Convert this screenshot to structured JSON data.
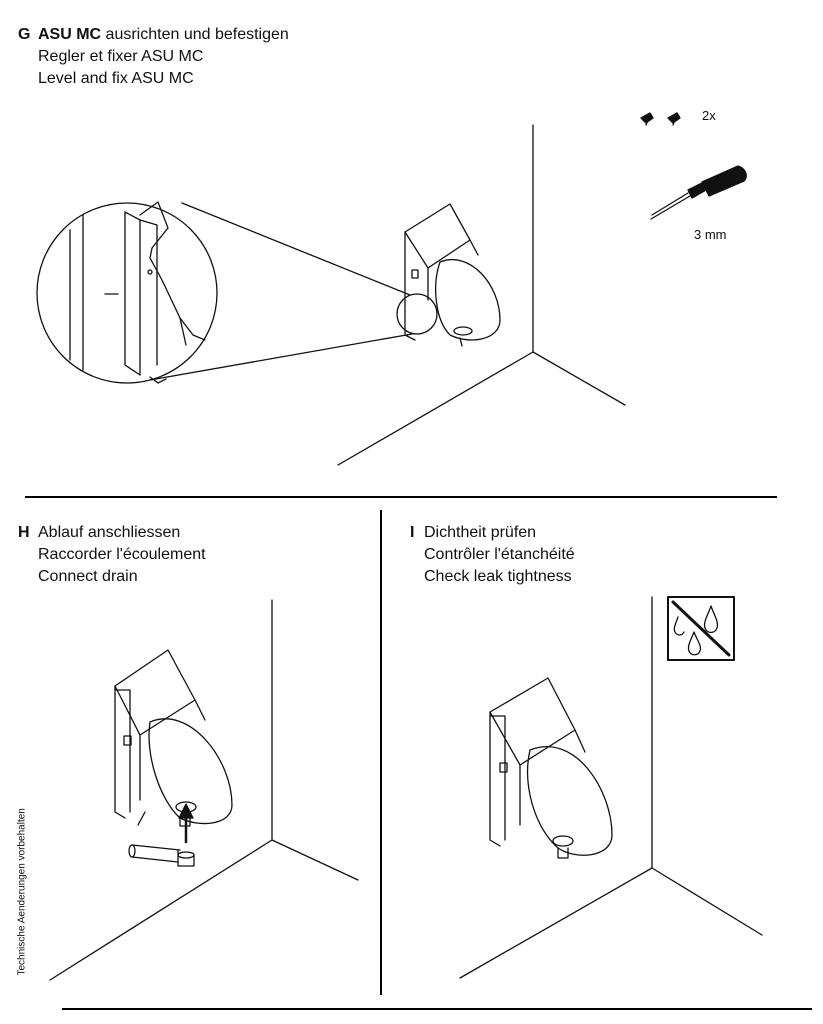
{
  "step_g": {
    "letter": "G",
    "line1_bold": "ASU MC",
    "line1_rest": " ausrichten und befestigen",
    "line2": "Regler et fixer ASU MC",
    "line3": "Level and fix ASU MC",
    "screw_qty": "2x",
    "tool_size": "3 mm"
  },
  "step_h": {
    "letter": "H",
    "line1": "Ablauf anschliessen",
    "line2": "Raccorder l'écoulement",
    "line3": "Connect drain"
  },
  "step_i": {
    "letter": "I",
    "line1": "Dichtheit prüfen",
    "line2": "Contrôler l'étanchéité",
    "line3": "Check leak tightness"
  },
  "side_note": "Technische Aenderungen vorbehalten"
}
